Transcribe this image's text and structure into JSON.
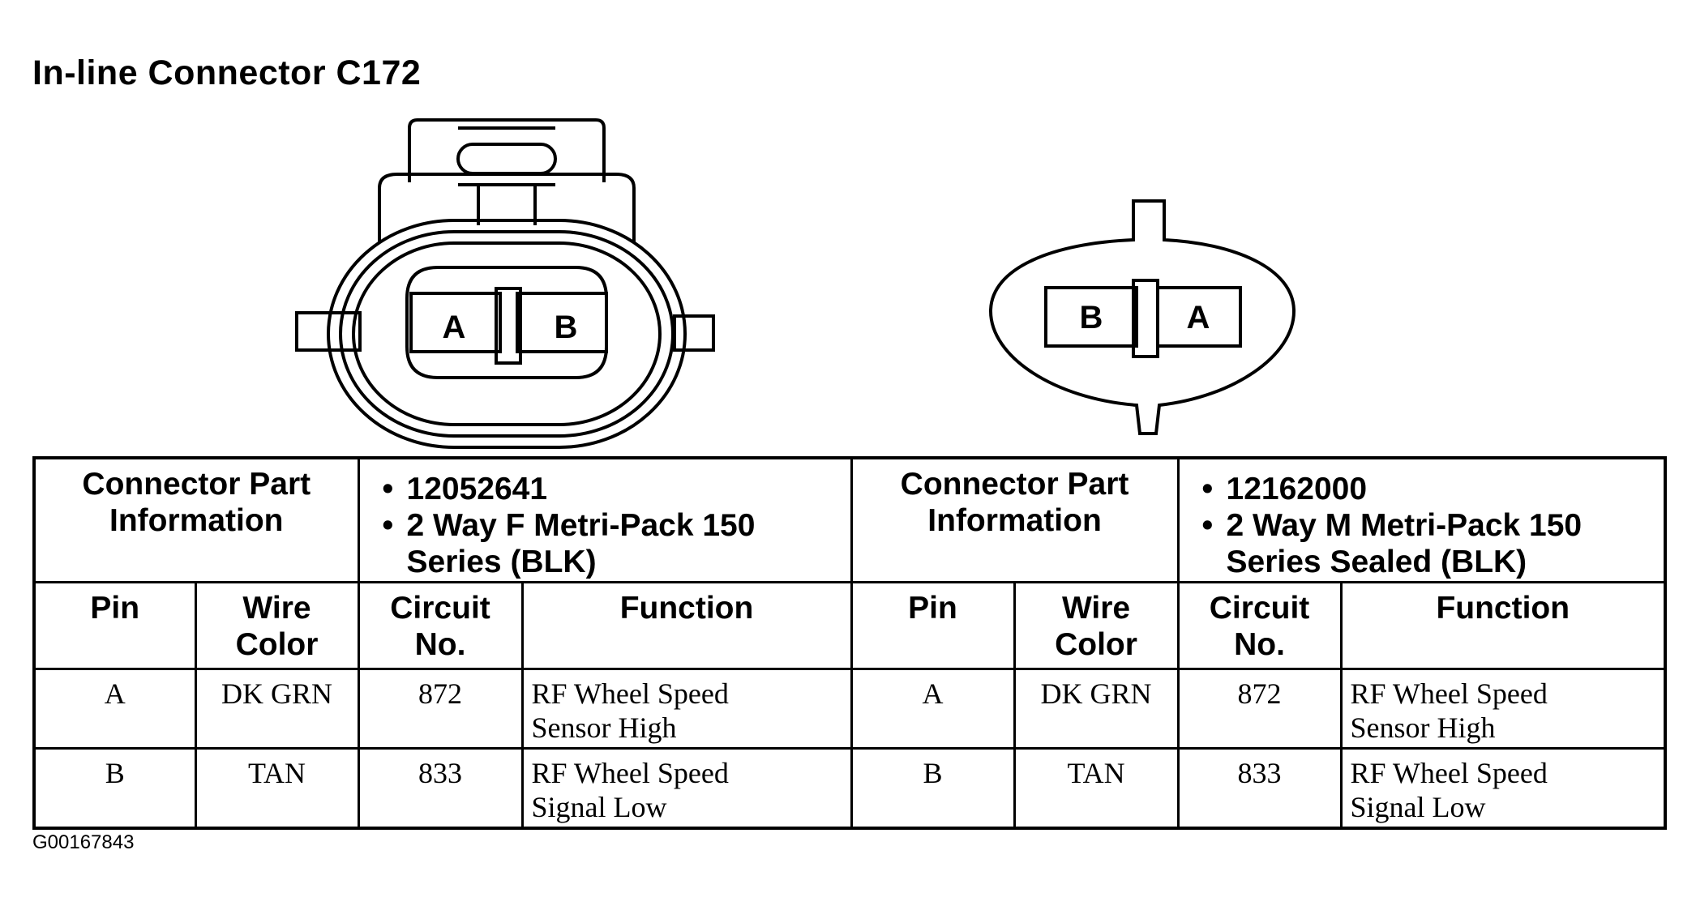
{
  "title": "In-line Connector C172",
  "connector_female": {
    "pin_left": "A",
    "pin_right": "B"
  },
  "connector_male": {
    "pin_left": "B",
    "pin_right": "A"
  },
  "table": {
    "info_label_line1": "Connector Part",
    "info_label_line2": "Information",
    "left_info": [
      "12052641",
      "2 Way F Metri-Pack 150 Series (BLK)"
    ],
    "right_info": [
      "12162000",
      "2 Way M Metri-Pack 150 Series Sealed (BLK)"
    ],
    "headers": {
      "pin": "Pin",
      "wire_color_line1": "Wire",
      "wire_color_line2": "Color",
      "circuit_line1": "Circuit",
      "circuit_line2": "No.",
      "function": "Function"
    },
    "rows": [
      {
        "pin": "A",
        "wire_color": "DK GRN",
        "circuit": "872",
        "function_line1": "RF Wheel Speed",
        "function_line2": "Sensor High"
      },
      {
        "pin": "B",
        "wire_color": "TAN",
        "circuit": "833",
        "function_line1": "RF Wheel Speed",
        "function_line2": "Signal Low"
      }
    ]
  },
  "footer_code": "G00167843"
}
